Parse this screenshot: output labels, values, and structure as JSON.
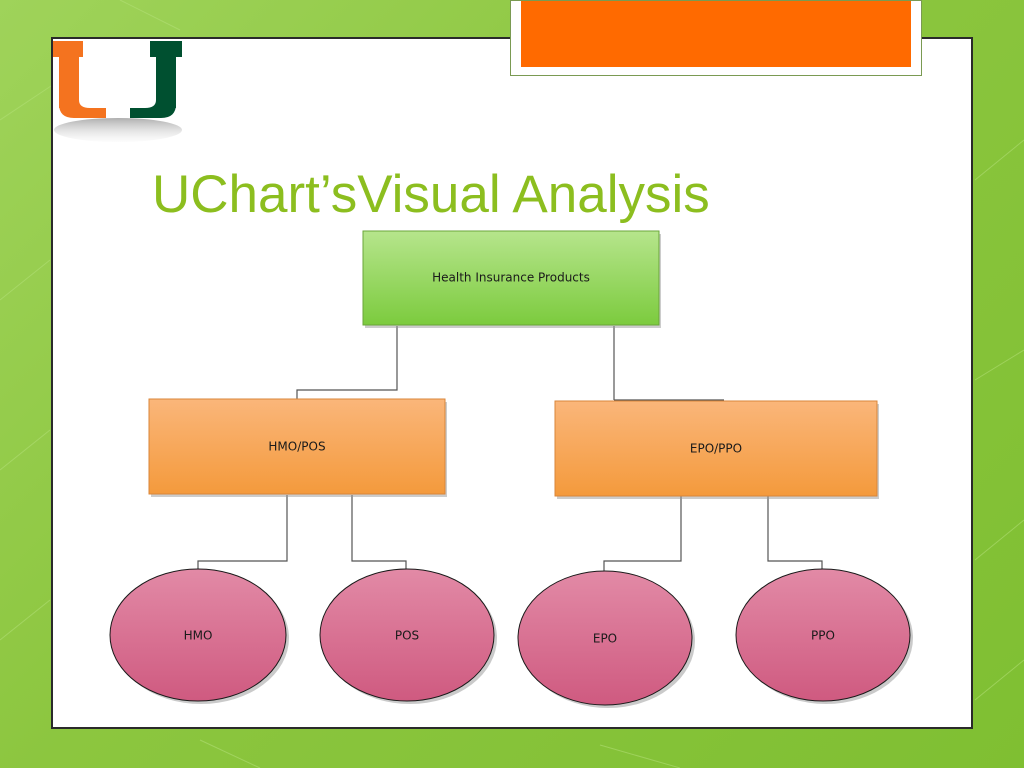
{
  "slide": {
    "title": "UChart’sVisual Analysis"
  },
  "diagram": {
    "root": {
      "label": "Health Insurance Products"
    },
    "categories": [
      {
        "label": "HMO/POS",
        "children": [
          "HMO",
          "POS"
        ]
      },
      {
        "label": "EPO/PPO",
        "children": [
          "EPO",
          "PPO"
        ]
      }
    ]
  },
  "colors": {
    "background": "#8cc63f",
    "title": "#8cbe1f",
    "root_box": "#8fd45a",
    "category_box": "#f7a050",
    "leaf_ellipse": "#d8638a",
    "accent_tab": "#ff6a00",
    "logo_orange": "#f4731f",
    "logo_green": "#005030"
  },
  "icons": {
    "logo": "u-logo-icon"
  }
}
